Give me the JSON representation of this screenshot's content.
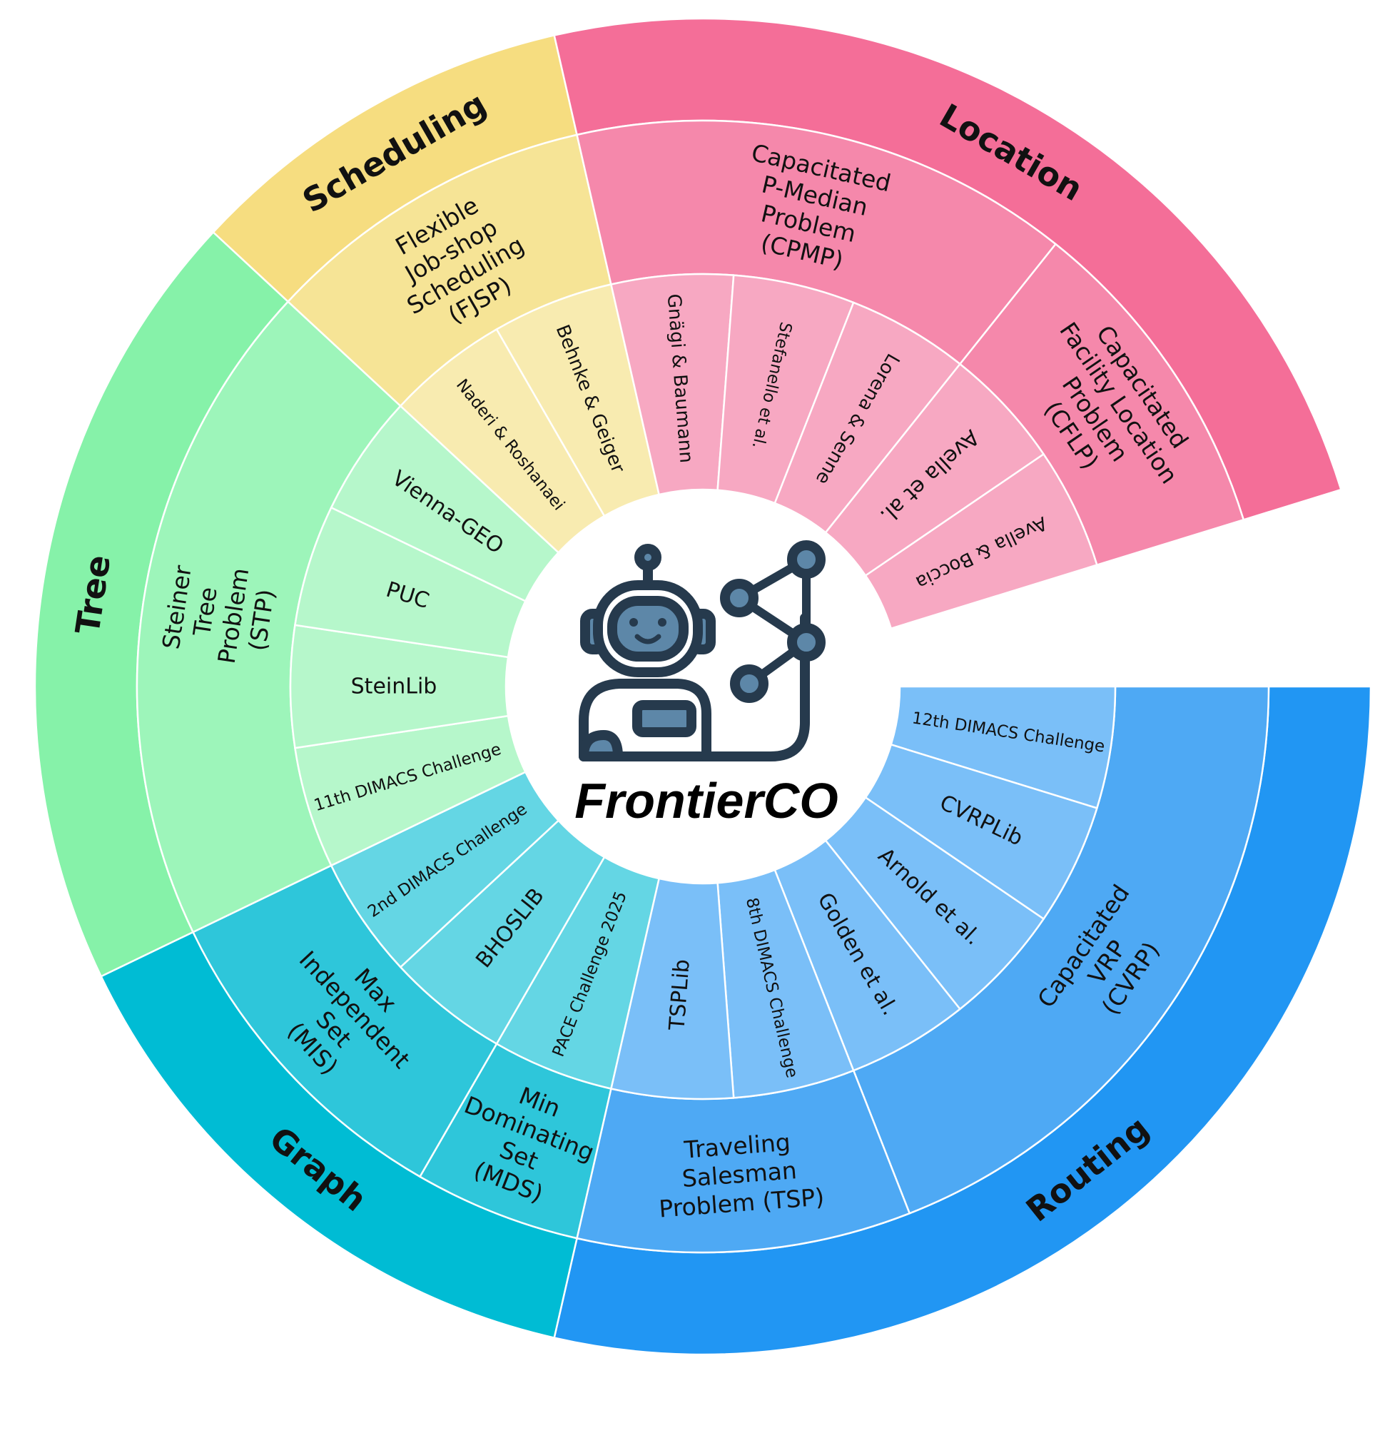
{
  "center": {
    "title": "FrontierCO",
    "icon": "robot-with-graph-icon"
  },
  "categories": [
    {
      "name": "Routing",
      "color": "#2196F3",
      "mid_color": "#4EA9F4",
      "inner_color": "#7ABFF8",
      "problems": [
        {
          "name": "Capacitated\nVRP\n(CVRP)",
          "datasets": [
            "12th DIMACS Challenge",
            "CVRPLib",
            "Arnold et al.",
            "Golden et al."
          ]
        },
        {
          "name": "Traveling\nSalesman\nProblem (TSP)",
          "datasets": [
            "8th DIMACS Challenge",
            "TSPLib"
          ]
        }
      ]
    },
    {
      "name": "Graph",
      "color": "#00BCD4",
      "mid_color": "#2EC6DA",
      "inner_color": "#64D6E4",
      "problems": [
        {
          "name": "Min\nDominating\nSet\n(MDS)",
          "datasets": [
            "PACE Challenge 2025"
          ]
        },
        {
          "name": "Max\nIndependent\nSet\n(MIS)",
          "datasets": [
            "BHOSLIB",
            "2nd DIMACS Challenge"
          ]
        }
      ]
    },
    {
      "name": "Tree",
      "color": "#86F2A9",
      "mid_color": "#9DF5BA",
      "inner_color": "#B6F7CB",
      "problems": [
        {
          "name": "Steiner\nTree\nProblem\n(STP)",
          "datasets": [
            "11th DIMACS Challenge",
            "SteinLib",
            "PUC",
            "Vienna-GEO"
          ]
        }
      ]
    },
    {
      "name": "Scheduling",
      "color": "#F6DD80",
      "mid_color": "#F6E496",
      "inner_color": "#F8EBB0",
      "problems": [
        {
          "name": "Flexible\nJob-shop\nScheduling\n(FJSP)",
          "datasets": [
            "Naderi & Roshanaei",
            "Behnke & Geiger"
          ]
        }
      ]
    },
    {
      "name": "Location",
      "color": "#F46E98",
      "mid_color": "#F588AB",
      "inner_color": "#F7A8C2",
      "problems": [
        {
          "name": "Capacitated\nP-Median\nProblem\n(CPMP)",
          "datasets": [
            "Gnägi & Baumann",
            "Stefanello et al.",
            "Lorena & Senne"
          ]
        },
        {
          "name": "Capacitated\nFacility Location\nProblem\n(CFLP)",
          "datasets": [
            "Avella et al.",
            "Avella & Boccia"
          ]
        }
      ]
    }
  ]
}
